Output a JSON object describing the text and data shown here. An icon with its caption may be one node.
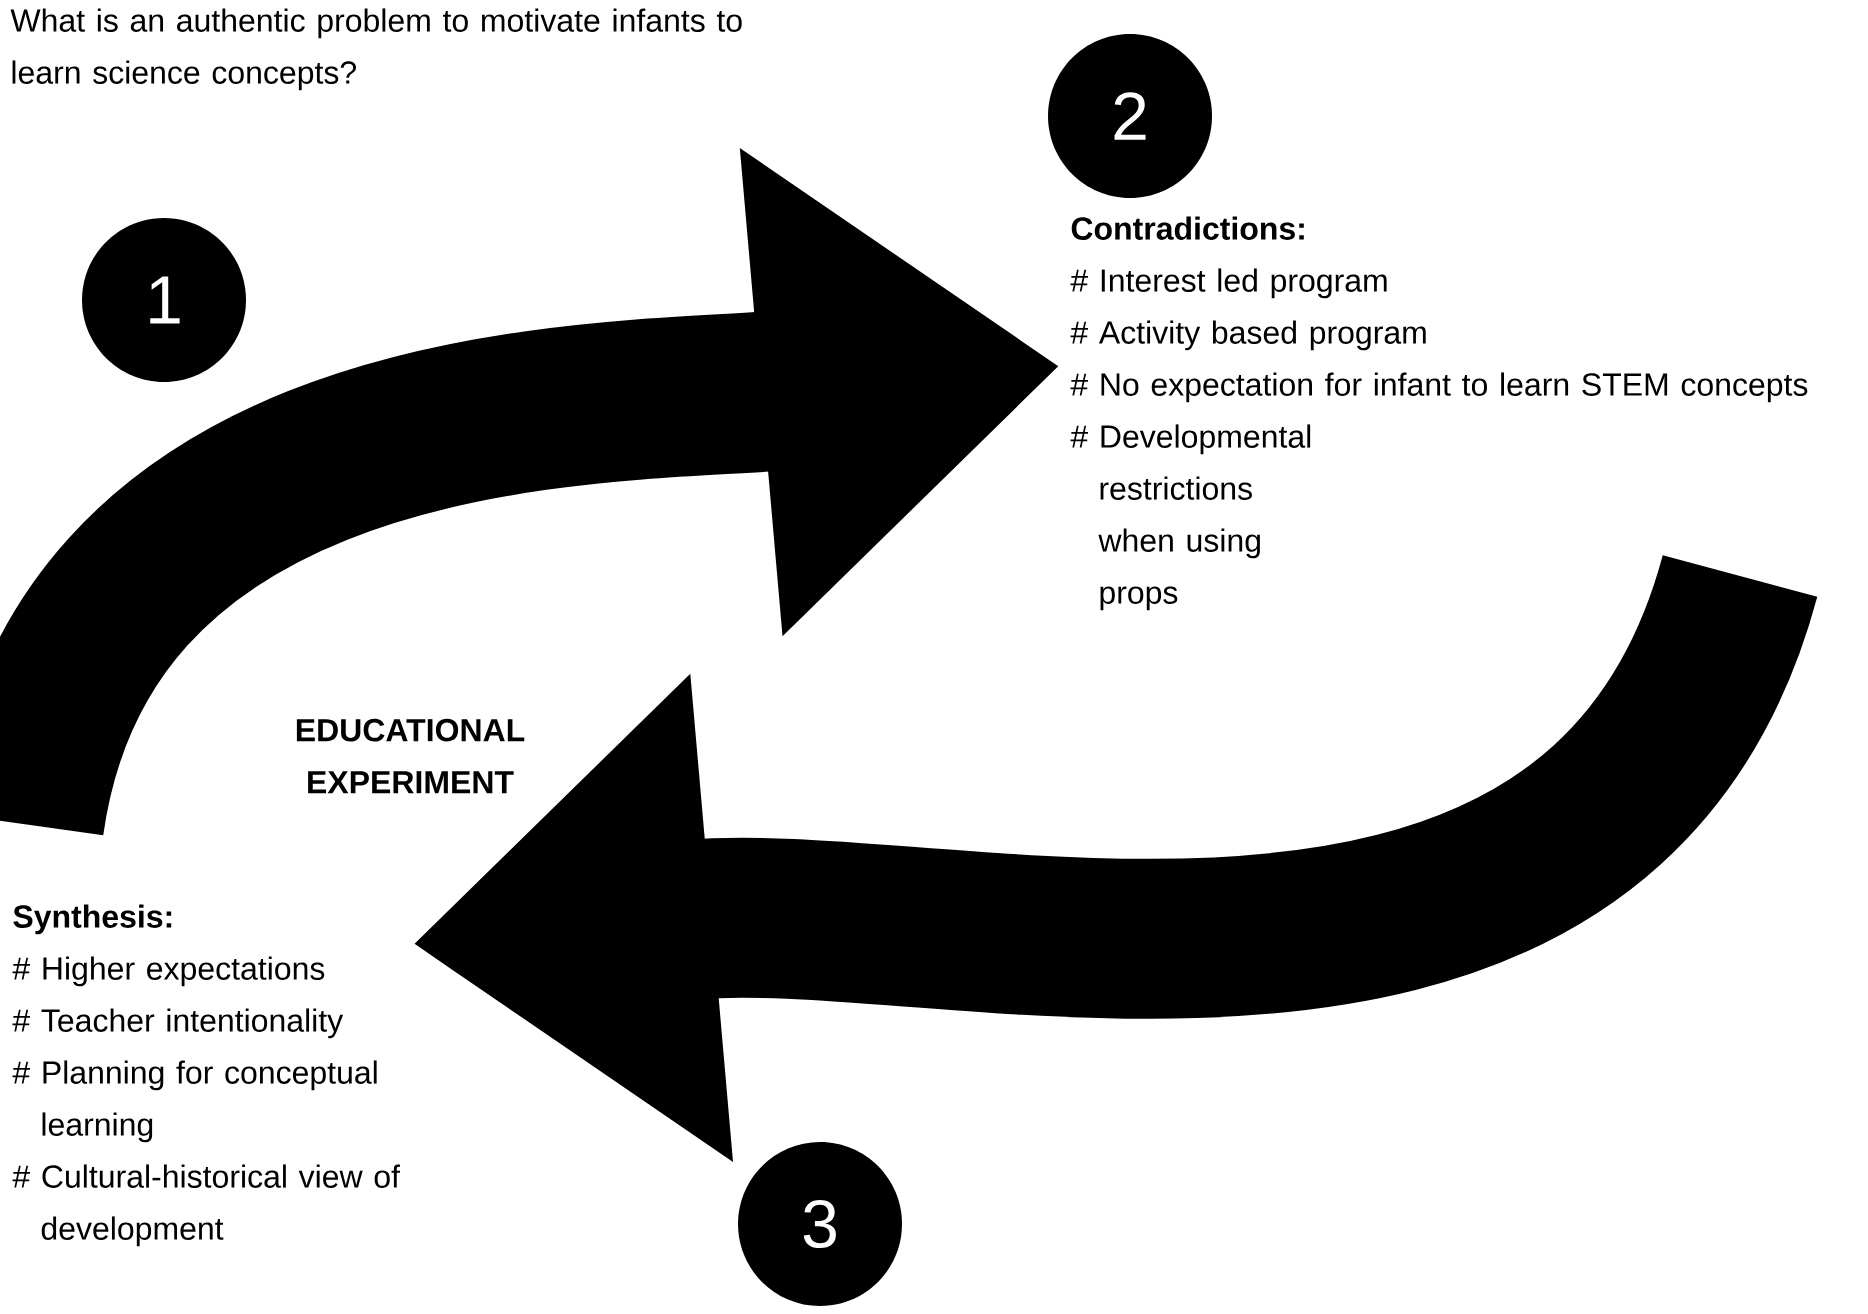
{
  "diagram": {
    "nodes": [
      {
        "text": [
          "What is an authentic problem to motivate infants to learn science concepts?"
        ]
      },
      {
        "text": [
          "1"
        ]
      },
      {
        "text": [
          "2"
        ]
      },
      {
        "text": [
          "Contradictions:",
          "# Interest led program",
          "# Activity based program",
          "# No expectation for infant to learn STEM concepts",
          "# Developmental restrictions when using props"
        ]
      },
      {
        "text": [
          "Synthesis:",
          "# Higher expectations",
          "# Teacher intentionality",
          "# Planning for conceptual learning",
          "# Cultural-historical view of development"
        ]
      },
      {
        "text": [
          "3"
        ]
      }
    ],
    "edges": [
      {
        "from": 4,
        "to": 3,
        "arrow": "to"
      },
      {
        "from": 3,
        "to": 4,
        "arrow": "to"
      }
    ],
    "labels": [
      "EDUCATIONAL EXPERIMENT"
    ]
  }
}
